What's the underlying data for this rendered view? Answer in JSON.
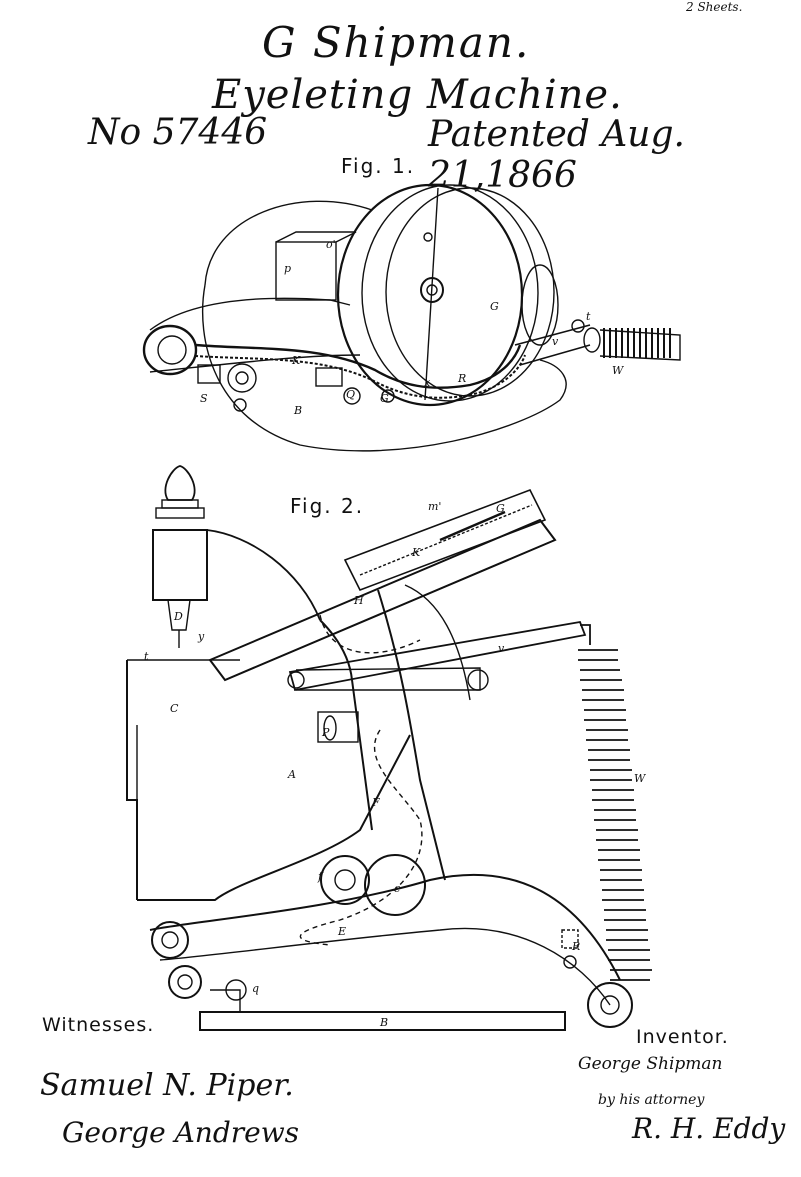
{
  "header": {
    "sheets": "2 Sheets.",
    "inventor_name": "G Shipman.",
    "title": "Eyeleting Machine.",
    "number": "No 57446",
    "patented": "Patented Aug. 21,1866"
  },
  "figures": {
    "fig1_label": "Fig. 1.",
    "fig2_label": "Fig. 2."
  },
  "part_labels": {
    "fig1": [
      "o'",
      "p",
      "G",
      "t",
      "v",
      "W",
      "S",
      "B",
      "K",
      "Q",
      "x",
      "R",
      "G"
    ],
    "fig2": [
      "m'",
      "G",
      "K",
      "H",
      "D",
      "y",
      "t",
      "C",
      "v",
      "P",
      "A",
      "W",
      "F",
      "f",
      "c",
      "E",
      "R",
      "q",
      "B"
    ]
  },
  "footer": {
    "witnesses_label": "Witnesses.",
    "witness1": "Samuel N. Piper.",
    "witness2": "George Andrews",
    "inventor_label": "Inventor.",
    "inventor_signature": "George Shipman",
    "attorney_label": "by his attorney",
    "attorney_signature": "R. H. Eddy"
  }
}
